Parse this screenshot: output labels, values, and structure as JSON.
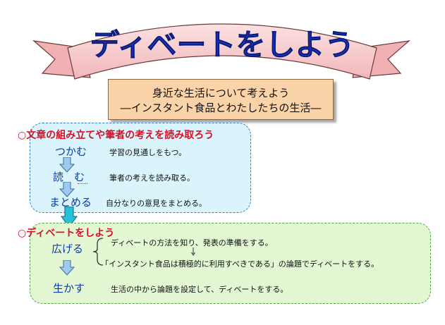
{
  "banner": {
    "title": "ディベートをしよう"
  },
  "subtitle": {
    "line1": "身近な生活について考えよう",
    "line2": "―インスタント食品とわたしたちの生活―"
  },
  "section1": {
    "heading": "○文章の組み立てや筆者の考えを読み取ろう",
    "steps": [
      {
        "label": "つかむ",
        "desc": "学習の見通しをもつ。"
      },
      {
        "label": "読　む",
        "desc": "筆者の考えを読み取る。"
      },
      {
        "label": "まとめる",
        "desc": "自分なりの意見をまとめる。"
      }
    ]
  },
  "section2": {
    "heading": "○ディベートをしよう",
    "steps": [
      {
        "label": "広げる",
        "desc1": "ディベートの方法を知り、発表の準備をする。",
        "desc2": "「インスタント食品は積極的に利用すべきである」の論題でディベートをする。"
      },
      {
        "label": "生かす",
        "desc": "生活の中から論題を設定して、ディベートをする。"
      }
    ]
  },
  "colors": {
    "ribbon": "#f6c7c9",
    "title": "#1a35c8",
    "subtitle_box": "#fbd3a8",
    "box1": "#d9f5fb",
    "box2": "#e3f8d2",
    "heading": "#d8102a",
    "step": "#0a3aa8"
  }
}
